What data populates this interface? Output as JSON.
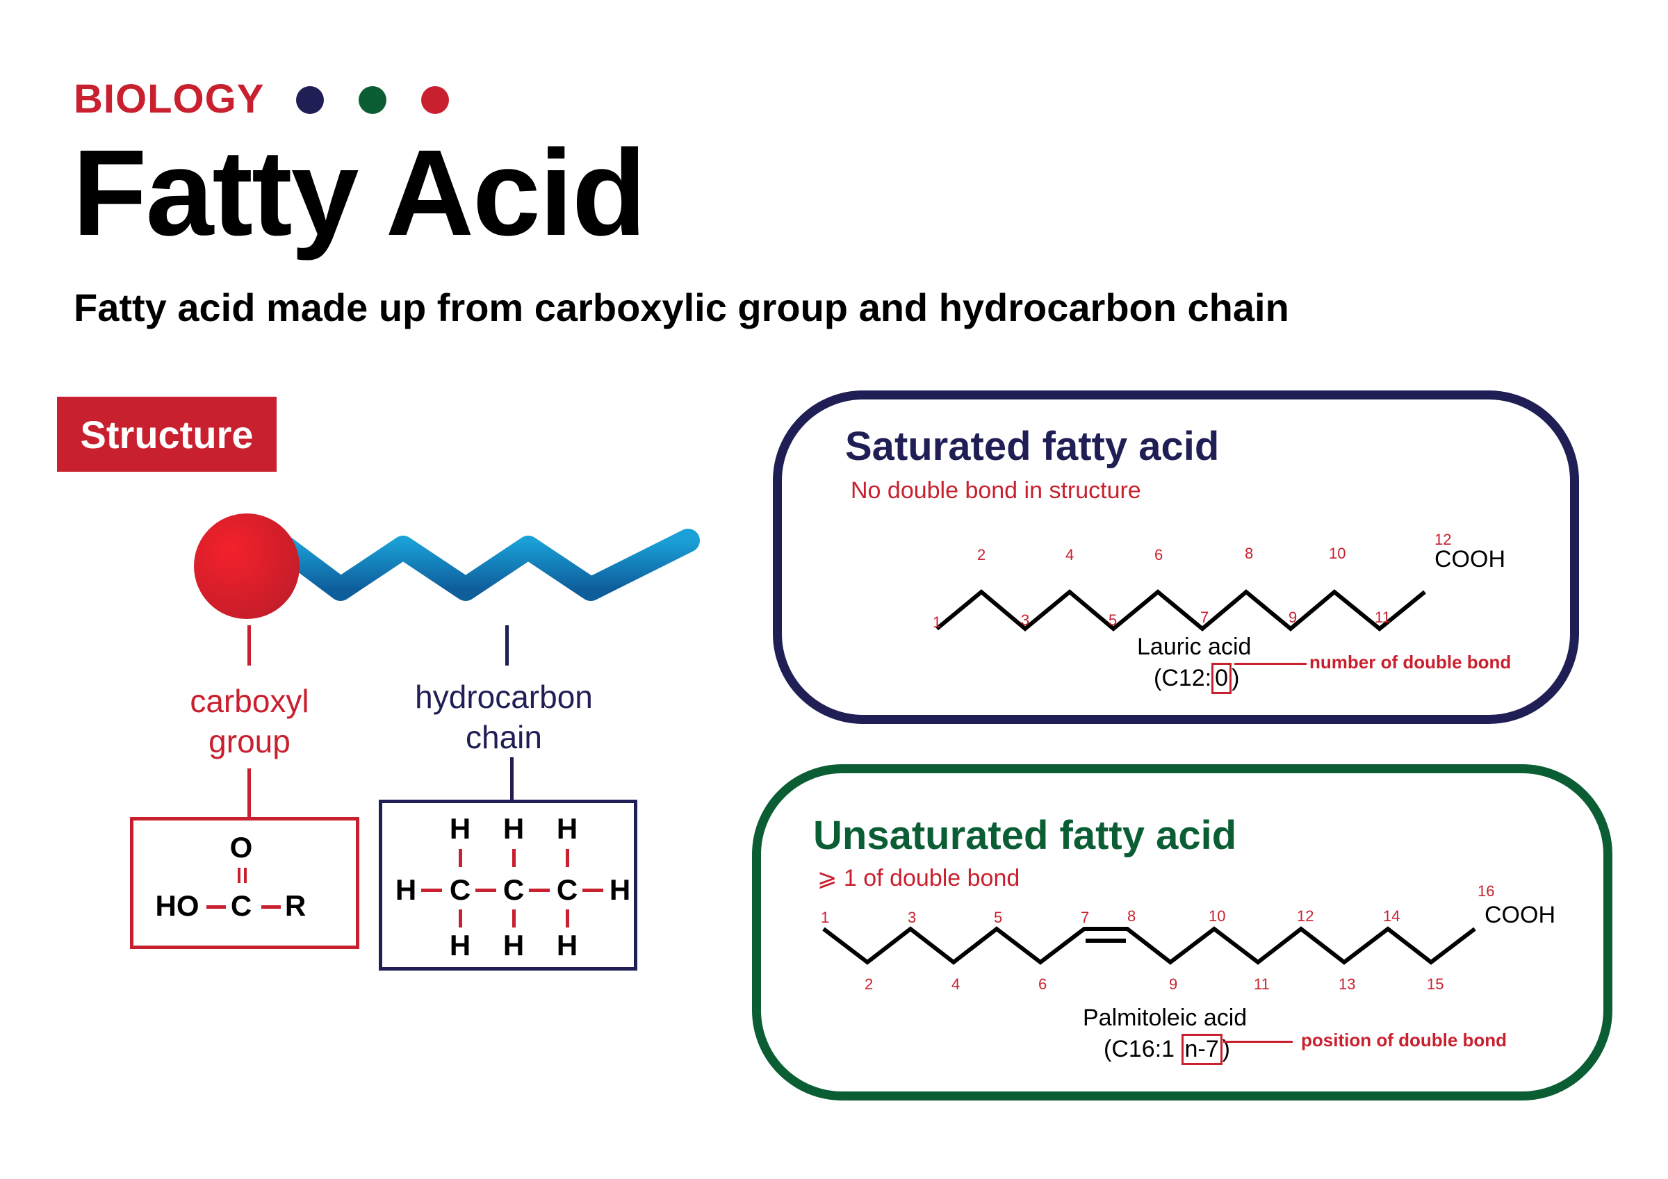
{
  "header": {
    "kicker": "BIOLOGY",
    "dots": [
      "#1f1f55",
      "#0b5e34",
      "#c8202e"
    ],
    "title": "Fatty Acid",
    "subtitle": "Fatty acid made up from carboxylic group and hydrocarbon chain"
  },
  "colors": {
    "accent_red": "#c8202e",
    "navy": "#1f1f55",
    "green": "#0b5e34",
    "chain_blue": "#1a86c4"
  },
  "structure": {
    "badge": "Structure",
    "carboxyl_label_line1": "carboxyl",
    "carboxyl_label_line2": "group",
    "hydrocarbon_label_line1": "hydrocarbon",
    "hydrocarbon_label_line2": "chain",
    "carboxyl_formula": {
      "top": "O",
      "double_bond": "||",
      "left": "HO",
      "center": "C",
      "right": "R"
    },
    "hydrocarbon_formula": {
      "top_row": [
        "H",
        "H",
        "H"
      ],
      "middle_row": [
        "H",
        "C",
        "C",
        "C",
        "H"
      ],
      "bottom_row": [
        "H",
        "H",
        "H"
      ]
    }
  },
  "saturated": {
    "title": "Saturated fatty acid",
    "subtitle": "No double bond in structure",
    "carbon_numbers": [
      "1",
      "2",
      "3",
      "4",
      "5",
      "6",
      "7",
      "8",
      "9",
      "10",
      "11",
      "12"
    ],
    "end_group": "COOH",
    "name": "Lauric acid",
    "formula_prefix": "(C12:",
    "formula_highlight": "0",
    "formula_suffix": ")",
    "annotation": "number of double bond"
  },
  "unsaturated": {
    "title": "Unsaturated fatty acid",
    "subtitle": "⩾ 1 of double bond",
    "carbon_numbers": [
      "1",
      "2",
      "3",
      "4",
      "5",
      "6",
      "7",
      "8",
      "9",
      "10",
      "11",
      "12",
      "13",
      "14",
      "15",
      "16"
    ],
    "end_group": "COOH",
    "name": "Palmitoleic acid",
    "formula_prefix": "(C16:1 ",
    "formula_highlight": "n-7",
    "formula_suffix": ")",
    "annotation": "position of double bond"
  }
}
